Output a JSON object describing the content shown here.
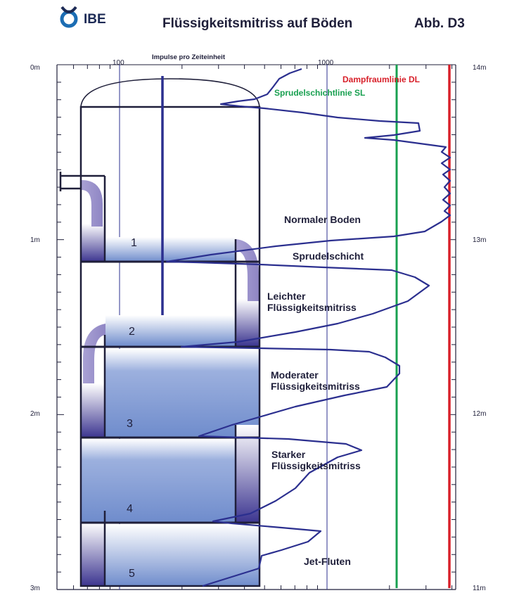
{
  "header": {
    "logo_text": "IBE",
    "title": "Flüssigkeitsmitriss auf Böden",
    "figure_id": "Abb. D3"
  },
  "axes": {
    "top_label": "Impulse pro Zeiteinheit",
    "top_ticks": [
      "100",
      "1000"
    ],
    "left_ticks": [
      "0m",
      "1m",
      "2m",
      "3m"
    ],
    "right_ticks": [
      "14m",
      "13m",
      "12m",
      "11m"
    ]
  },
  "lines": {
    "dl_label": "Dampfraumlinie DL",
    "sl_label": "Sprudelschichtlinie SL"
  },
  "trays": {
    "numbers": [
      "1",
      "2",
      "3",
      "4",
      "5"
    ]
  },
  "labels": {
    "normal": "Normaler Boden",
    "froth": "Sprudelschicht",
    "light_1": "Leichter",
    "light_2": "Flüssigkeitsmitriss",
    "moderate_1": "Moderater",
    "moderate_2": "Flüssigkeitsmitriss",
    "strong_1": "Starker",
    "strong_2": "Flüssigkeitsmitriss",
    "jet": "Jet-Fluten"
  },
  "colors": {
    "frame": "#1f1f3a",
    "scan": "#2b2f8f",
    "dl": "#d8202a",
    "sl": "#18a050",
    "label_dl": "#d8202a",
    "label_sl": "#18a050",
    "liquid_dark": "#3a3a9a",
    "liquid_mid": "#7d95d0",
    "downcomer": "#9d95cc"
  }
}
